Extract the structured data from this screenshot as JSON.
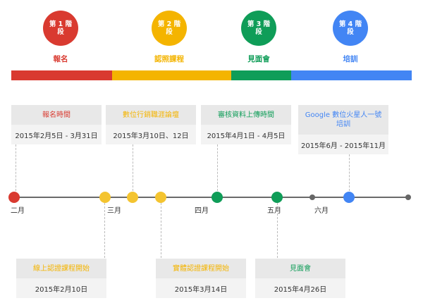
{
  "stages": [
    {
      "circle": "第 1 階段",
      "label": "報名",
      "color": "#d93a30"
    },
    {
      "circle": "第 2 階段",
      "label": "認照課程",
      "color": "#f4b400"
    },
    {
      "circle": "第 3 階段",
      "label": "見面會",
      "color": "#0f9d58"
    },
    {
      "circle": "第 4 階段",
      "label": "培訓",
      "color": "#4285f4"
    }
  ],
  "colors": {
    "red": "#d93a30",
    "yellow": "#f4b400",
    "green": "#0f9d58",
    "blue": "#4285f4",
    "axis": "#6a6a6a",
    "gray_dot": "#666666"
  },
  "top_cards": [
    {
      "title": "報名時間",
      "date": "2015年2月5日 - 3月31日"
    },
    {
      "title": "數位行銷職涯論壇",
      "date": "2015年3月10日、12日"
    },
    {
      "title": "審核資料上傳時間",
      "date": "2015年4月1日 - 4月5日"
    },
    {
      "title": "Google 數位火星人一號培訓",
      "date": "2015年6月 - 2015年11月"
    }
  ],
  "bottom_cards": [
    {
      "title": "線上認證課程開始",
      "date": "2015年2月10日"
    },
    {
      "title": "實體認證課程開始",
      "date": "2015年3月14日"
    },
    {
      "title": "見面會",
      "date": "2015年4月26日"
    }
  ],
  "months": [
    "二月",
    "三月",
    "四月",
    "五月",
    "六月"
  ]
}
